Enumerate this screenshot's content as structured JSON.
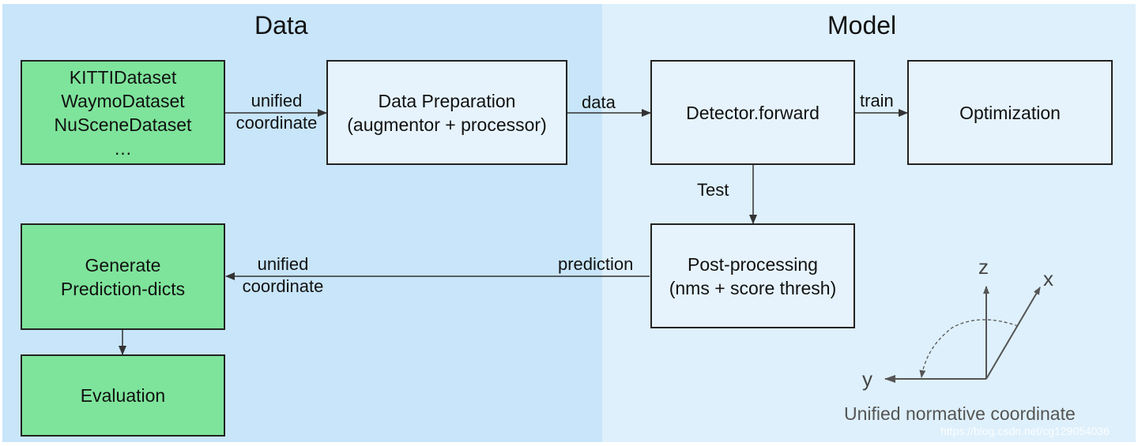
{
  "panels": {
    "data_title": "Data",
    "model_title": "Model"
  },
  "boxes": {
    "datasets": [
      "KITTIDataset",
      "WaymoDataset",
      "NuSceneDataset",
      "…"
    ],
    "data_prep": [
      "Data Preparation",
      "(augmentor + processor)"
    ],
    "detector": [
      "Detector.forward"
    ],
    "optimization": [
      "Optimization"
    ],
    "postproc": [
      "Post-processing",
      "(nms + score thresh)"
    ],
    "generate": [
      "Generate",
      "Prediction-dicts"
    ],
    "evaluation": [
      "Evaluation"
    ]
  },
  "edge_labels": {
    "unified_coordinate_top": [
      "unified",
      "coordinate"
    ],
    "data": "data",
    "train": "train",
    "test": "Test",
    "prediction": "prediction",
    "unified_coordinate_bottom": [
      "unified",
      "coordinate"
    ]
  },
  "axes": {
    "z": "z",
    "x": "x",
    "y": "y",
    "caption": "Unified normative coordinate"
  },
  "watermark": "https://blog.csdn.net/cg129054036",
  "colors": {
    "data_panel": "#c8e5f9",
    "model_panel": "#def0fb",
    "green_box": "#7ee49b",
    "light_box": "#e6f3fc"
  }
}
